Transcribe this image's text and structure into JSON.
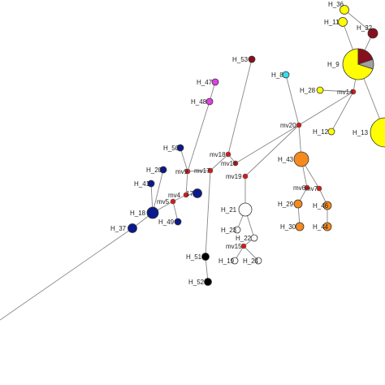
{
  "colors": {
    "blue": "#0a1a8c",
    "red": "#d61a1a",
    "yellow": "#ffff00",
    "orange": "#f58a1f",
    "white": "#ffffff",
    "black": "#000000",
    "magenta": "#e23ee6",
    "maroon": "#8a0f1c",
    "cyan": "#35e0ee",
    "gray": "#a0a0a0"
  },
  "nodes": [
    {
      "id": "H_36",
      "label": "H_36",
      "color": "yellow"
    },
    {
      "id": "H_32",
      "label": "H_32",
      "color": "maroon"
    },
    {
      "id": "H_11",
      "label": "H_11",
      "color": "yellow"
    },
    {
      "id": "H_9",
      "label": "H_9",
      "color": "yellow",
      "pie": [
        {
          "color": "yellow",
          "share": 0.7
        },
        {
          "color": "maroon",
          "share": 0.2
        },
        {
          "color": "gray",
          "share": 0.1
        }
      ]
    },
    {
      "id": "H_13",
      "label": "H_13",
      "color": "yellow"
    },
    {
      "id": "H_53",
      "label": "H_53",
      "color": "maroon"
    },
    {
      "id": "H_8",
      "label": "H_8",
      "color": "cyan"
    },
    {
      "id": "H_28",
      "label": "H_28",
      "color": "yellow"
    },
    {
      "id": "H_12",
      "label": "H_12",
      "color": "yellow"
    },
    {
      "id": "H_47",
      "label": "H_47",
      "color": "magenta"
    },
    {
      "id": "H_48",
      "label": "H_48",
      "color": "magenta"
    },
    {
      "id": "H_43",
      "label": "H_43",
      "color": "orange"
    },
    {
      "id": "H_29",
      "label": "H_29",
      "color": "orange"
    },
    {
      "id": "H_46",
      "label": "H_46",
      "color": "orange"
    },
    {
      "id": "H_30",
      "label": "H_30",
      "color": "orange"
    },
    {
      "id": "H_44",
      "label": "H_44",
      "color": "orange"
    },
    {
      "id": "H_50",
      "label": "H_50",
      "color": "blue"
    },
    {
      "id": "H_20",
      "label": "H_20",
      "color": "blue"
    },
    {
      "id": "H_41",
      "label": "H_41",
      "color": "blue"
    },
    {
      "id": "H_17",
      "label": "17",
      "color": "blue"
    },
    {
      "id": "H_18",
      "label": "H_18",
      "color": "blue"
    },
    {
      "id": "H_49",
      "label": "H_49",
      "color": "blue"
    },
    {
      "id": "H_37",
      "label": "H_37",
      "color": "blue"
    },
    {
      "id": "H_21",
      "label": "H_21",
      "color": "white"
    },
    {
      "id": "H_23",
      "label": "H_23",
      "color": "white"
    },
    {
      "id": "H_22",
      "label": "H_22",
      "color": "white"
    },
    {
      "id": "H_19",
      "label": "H_19",
      "color": "white"
    },
    {
      "id": "H_24",
      "label": "H_24",
      "color": "white"
    },
    {
      "id": "H_51",
      "label": "H_51",
      "color": "black"
    },
    {
      "id": "H_52",
      "label": "H_52",
      "color": "black"
    },
    {
      "id": "mv14",
      "label": "mv14",
      "color": "red"
    },
    {
      "id": "mv20",
      "label": "mv20",
      "color": "red"
    },
    {
      "id": "mv18",
      "label": "mv18",
      "color": "red"
    },
    {
      "id": "mv16",
      "label": "mv16",
      "color": "red"
    },
    {
      "id": "mv19",
      "label": "mv19",
      "color": "red"
    },
    {
      "id": "mv17",
      "label": "mv17",
      "color": "red"
    },
    {
      "id": "mv9",
      "label": "mv9",
      "color": "red"
    },
    {
      "id": "mv4",
      "label": "mv4",
      "color": "red"
    },
    {
      "id": "mv5",
      "label": "mv5",
      "color": "red"
    },
    {
      "id": "mv6",
      "label": "mv6",
      "color": "red"
    },
    {
      "id": "mv7",
      "label": "mv7",
      "color": "red"
    },
    {
      "id": "mv15",
      "label": "mv15",
      "color": "red"
    },
    {
      "id": "tail",
      "label": "",
      "color": "gray"
    }
  ],
  "edges": [
    [
      "H_36",
      "H_32"
    ],
    [
      "H_11",
      "H_9"
    ],
    [
      "H_32",
      "H_9"
    ],
    [
      "H_9",
      "H_13"
    ],
    [
      "H_9",
      "mv14"
    ],
    [
      "mv14",
      "H_28"
    ],
    [
      "mv14",
      "H_12"
    ],
    [
      "mv14",
      "mv20"
    ],
    [
      "mv20",
      "H_8"
    ],
    [
      "mv20",
      "H_43"
    ],
    [
      "mv20",
      "mv16"
    ],
    [
      "mv20",
      "mv19"
    ],
    [
      "mv16",
      "mv18"
    ],
    [
      "mv18",
      "H_53"
    ],
    [
      "mv18",
      "mv17"
    ],
    [
      "mv17",
      "mv9"
    ],
    [
      "mv9",
      "H_48"
    ],
    [
      "H_48",
      "H_47"
    ],
    [
      "mv9",
      "mv4"
    ],
    [
      "mv4",
      "mv5"
    ],
    [
      "mv4",
      "H_17"
    ],
    [
      "mv9",
      "H_50"
    ],
    [
      "mv5",
      "H_18"
    ],
    [
      "H_18",
      "H_20"
    ],
    [
      "H_18",
      "H_41"
    ],
    [
      "mv5",
      "H_49"
    ],
    [
      "H_18",
      "H_37"
    ],
    [
      "H_37",
      "tail"
    ],
    [
      "mv17",
      "H_51"
    ],
    [
      "H_51",
      "H_52"
    ],
    [
      "mv19",
      "H_21"
    ],
    [
      "H_21",
      "H_23"
    ],
    [
      "H_21",
      "H_22"
    ],
    [
      "H_22",
      "mv15"
    ],
    [
      "mv15",
      "H_19"
    ],
    [
      "mv15",
      "H_24"
    ],
    [
      "H_43",
      "mv6"
    ],
    [
      "H_43",
      "mv7"
    ],
    [
      "mv6",
      "H_29"
    ],
    [
      "mv7",
      "H_46"
    ],
    [
      "H_29",
      "H_30"
    ],
    [
      "H_46",
      "H_44"
    ]
  ]
}
